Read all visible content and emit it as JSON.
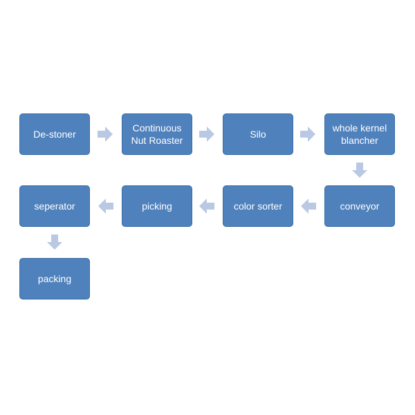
{
  "diagram": {
    "colors": {
      "box_fill": "#4f81bd",
      "box_border": "#3a6ea5",
      "text": "#ffffff",
      "arrow": "#b9c9e3"
    },
    "steps": [
      {
        "label": "De-stoner"
      },
      {
        "label": "Continuous Nut Roaster"
      },
      {
        "label": "Silo"
      },
      {
        "label": "whole kernel blancher"
      },
      {
        "label": "conveyor"
      },
      {
        "label": "color sorter"
      },
      {
        "label": "picking"
      },
      {
        "label": "seperator"
      },
      {
        "label": "packing"
      }
    ],
    "arrows": [
      {
        "name": "arrow-right-icon",
        "direction": "right"
      },
      {
        "name": "arrow-right-icon",
        "direction": "right"
      },
      {
        "name": "arrow-right-icon",
        "direction": "right"
      },
      {
        "name": "arrow-down-icon",
        "direction": "down"
      },
      {
        "name": "arrow-left-icon",
        "direction": "left"
      },
      {
        "name": "arrow-left-icon",
        "direction": "left"
      },
      {
        "name": "arrow-left-icon",
        "direction": "left"
      },
      {
        "name": "arrow-down-icon",
        "direction": "down"
      }
    ]
  }
}
